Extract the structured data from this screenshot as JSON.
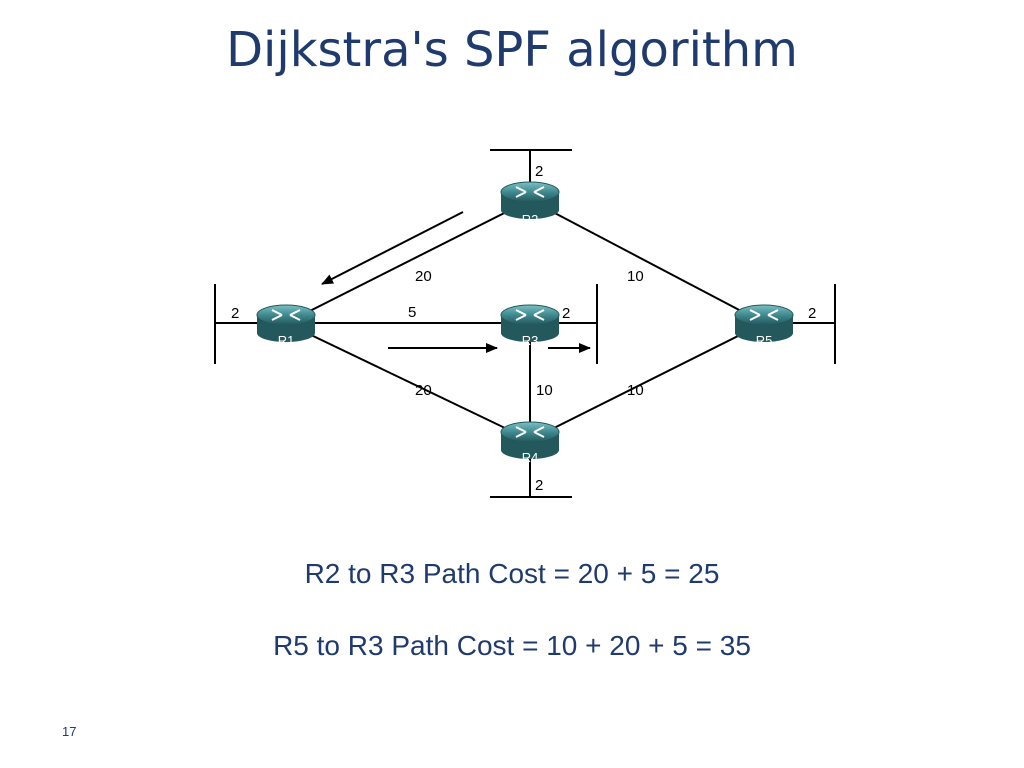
{
  "title": "Dijkstra's SPF algorithm",
  "routers": {
    "r1": "R1",
    "r2": "R2",
    "r3": "R3",
    "r4": "R4",
    "r5": "R5"
  },
  "link_costs": {
    "r2_lan": "2",
    "r1_lan": "2",
    "r3_lan": "2",
    "r5_lan": "2",
    "r4_lan": "2",
    "r1_r2": "20",
    "r2_r5": "10",
    "r1_r3": "5",
    "r1_r4": "20",
    "r3_r4": "10",
    "r4_r5": "10"
  },
  "path_costs": {
    "r2_to_r3": "R2 to R3 Path Cost = 20 + 5  = 25",
    "r5_to_r3": "R5 to R3 Path Cost = 10 + 20 + 5 = 35"
  },
  "slide_number": "17",
  "colors": {
    "title": "#1f3a6d",
    "router_body": "#3f8a90",
    "link": "#000000"
  }
}
